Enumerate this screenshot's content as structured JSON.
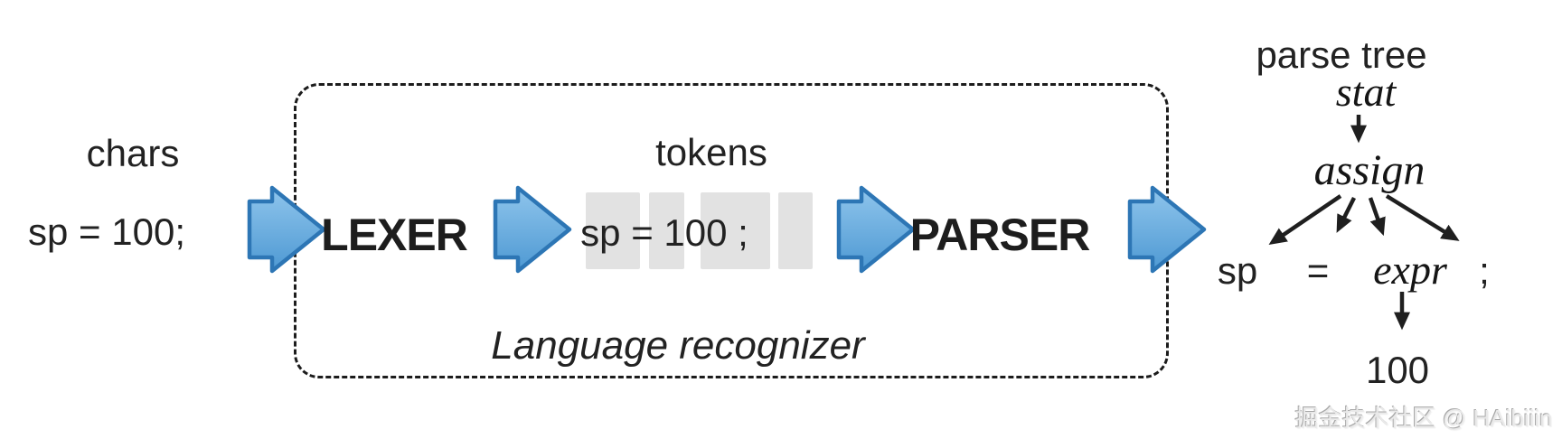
{
  "diagram": {
    "chars_label": "chars",
    "chars_value": "sp = 100;",
    "lexer_label": "LEXER",
    "tokens_label": "tokens",
    "tokens_value": "sp = 100 ;",
    "parser_label": "PARSER",
    "recognizer_label": "Language recognizer",
    "tree": {
      "title": "parse tree",
      "root": "stat",
      "node": "assign",
      "leaves": [
        "sp",
        "=",
        "expr",
        ";"
      ],
      "leaf_value": "100"
    },
    "watermark": "掘金技术社区 @ HAibiiin"
  },
  "colors": {
    "arrow_fill_top": "#8fc5ec",
    "arrow_fill_bottom": "#4e99d3",
    "arrow_stroke": "#2d76b5",
    "token_box_fill": "#e2e2e2",
    "text": "#222222",
    "tree_edge": "#1f1f1f",
    "watermark_gray": "#a8a8a8"
  }
}
